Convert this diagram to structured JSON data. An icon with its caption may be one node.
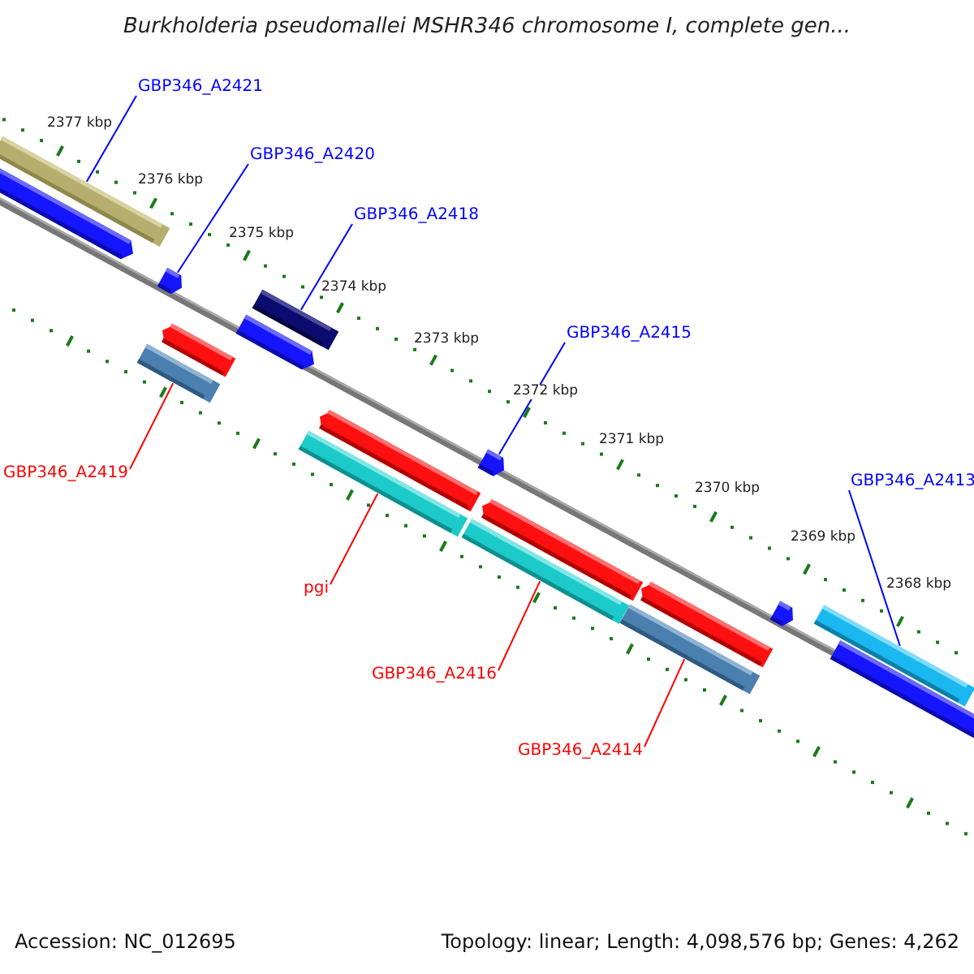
{
  "diagram": {
    "title": "Burkholderia pseudomallei MSHR346 chromosome I, complete gen...",
    "nodes": [
      {
        "text": [
          "GBP346_A2421"
        ]
      },
      {
        "text": [
          "GBP346_A2420"
        ]
      },
      {
        "text": [
          "GBP346_A2418"
        ]
      },
      {
        "text": [
          "GBP346_A2415"
        ]
      },
      {
        "text": [
          "GBP346_A2419"
        ]
      },
      {
        "text": [
          "GBP346_A2413"
        ]
      },
      {
        "text": [
          "pgi"
        ]
      },
      {
        "text": [
          "GBP346_A2416"
        ]
      },
      {
        "text": [
          "GBP346_A2414"
        ]
      },
      {
        "text": [],
        "shape": "bar"
      },
      {
        "text": [],
        "shape": "bar"
      },
      {
        "text": [],
        "shape": "bar"
      },
      {
        "text": [],
        "shape": "bar"
      },
      {
        "text": [],
        "shape": "bar"
      },
      {
        "text": [],
        "shape": "bar"
      },
      {
        "text": [],
        "shape": "bar"
      },
      {
        "text": [],
        "shape": "bar"
      },
      {
        "text": [],
        "shape": "bar"
      },
      {
        "text": [],
        "shape": "bar"
      },
      {
        "text": [],
        "shape": "bar"
      },
      {
        "text": [],
        "shape": "bar"
      },
      {
        "text": [],
        "shape": "bar"
      },
      {
        "text": [],
        "shape": "bar"
      },
      {
        "text": [],
        "shape": "bar"
      },
      {
        "text": [],
        "shape": "bar"
      },
      {
        "text": [],
        "shape": "bar"
      }
    ],
    "edges": [
      {
        "from": 0,
        "to": 9,
        "arrow": "none"
      },
      {
        "from": 1,
        "to": 13,
        "arrow": "none"
      },
      {
        "from": 2,
        "to": 15,
        "arrow": "none"
      },
      {
        "from": 3,
        "to": 20,
        "arrow": "none"
      },
      {
        "from": 4,
        "to": 11,
        "arrow": "none",
        "color": "#ff0000"
      },
      {
        "from": 5,
        "to": 25,
        "arrow": "none"
      },
      {
        "from": 6,
        "to": 16,
        "arrow": "none",
        "color": "#ff0000"
      },
      {
        "from": 7,
        "to": 18,
        "arrow": "none",
        "color": "#ff0000"
      },
      {
        "from": 8,
        "to": 21,
        "arrow": "none",
        "color": "#ff0000"
      }
    ],
    "labels": [
      "2377 kbp",
      "2376 kbp",
      "2375 kbp",
      "2374 kbp",
      "2373 kbp",
      "2372 kbp",
      "2371 kbp",
      "2370 kbp",
      "2369 kbp",
      "2368 kbp",
      "Accession: NC_012695",
      "Topology: linear; Length: 4,098,576 bp; Genes: 4,262"
    ]
  }
}
